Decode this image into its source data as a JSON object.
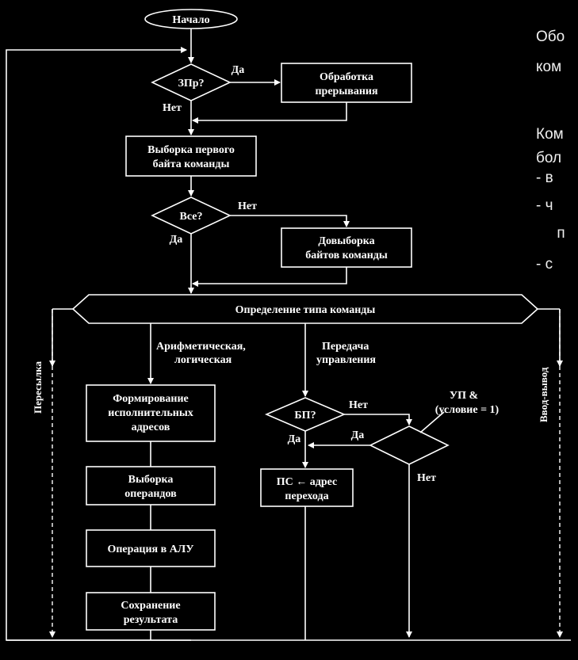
{
  "flowchart": {
    "start": "Начало",
    "decision_interrupt": "ЗПр?",
    "yes": "Да",
    "no": "Нет",
    "interrupt_process": [
      "Обработка",
      "прерывания"
    ],
    "fetch_first": [
      "Выборка первого",
      "байта команды"
    ],
    "decision_all": "Все?",
    "fetch_more": [
      "Довыборка",
      "байтов команды"
    ],
    "determine_type": "Определение типа команды",
    "branch_transfer": "Пересылка",
    "branch_arith": [
      "Арифметическая,",
      "логическая"
    ],
    "branch_control": [
      "Передача",
      "управления"
    ],
    "branch_io": "Ввод-вывод",
    "form_addresses": [
      "Формирование",
      "исполнительных",
      "адресов"
    ],
    "fetch_operands": [
      "Выборка",
      "операндов"
    ],
    "alu_op": "Операция в АЛУ",
    "save_result": [
      "Сохранение",
      "результата"
    ],
    "decision_bp": "БП?",
    "decision_cond": [
      "УП &",
      "(условие = 1)"
    ],
    "pc_assign": [
      "ПС ← адрес",
      "перехода"
    ]
  },
  "side_text": [
    "Обо",
    "ком",
    "",
    "Ком",
    "бол",
    "-    в",
    "-    ч",
    "     п",
    "-    с"
  ]
}
